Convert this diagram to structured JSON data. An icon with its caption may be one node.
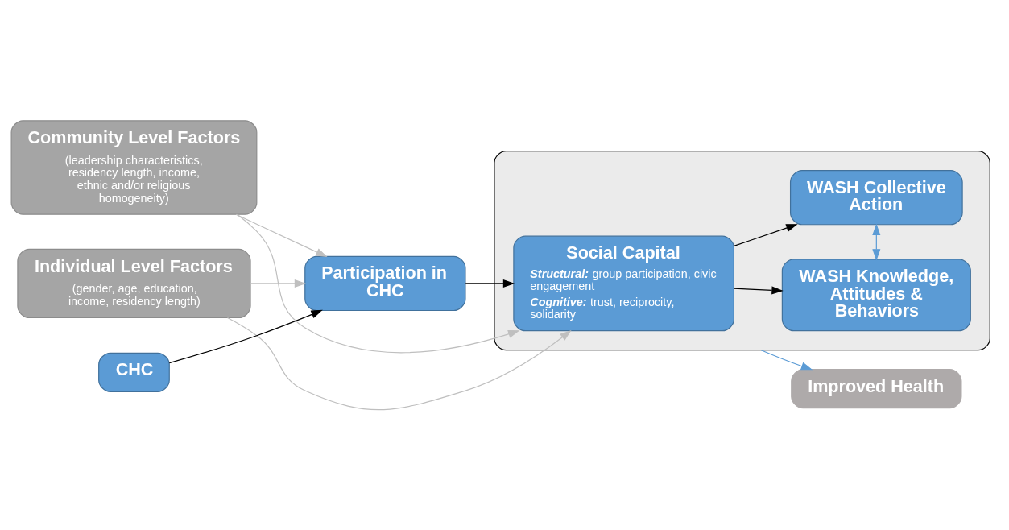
{
  "diagram": {
    "nodes": [
      {
        "text": [
          "Community Level Factors",
          "(leadership characteristics, residency length, income, ethnic and/or religious homogeneity)"
        ]
      },
      {
        "text": [
          "Individual Level Factors",
          "(gender, age, education, income, residency length)"
        ]
      },
      {
        "text": [
          "CHC"
        ]
      },
      {
        "text": [
          "Participation in CHC"
        ]
      },
      {
        "text": [],
        "shape": "box"
      },
      {
        "text": [
          "Social Capital",
          "Structural: group participation, civic engagement",
          "Cognitive: trust, reciprocity, solidarity"
        ],
        "in": 4
      },
      {
        "text": [
          "WASH Knowledge, Attitudes & Behaviors"
        ],
        "in": 4
      },
      {
        "text": [
          "WASH Collective Action"
        ],
        "in": 4
      },
      {
        "text": [
          "Improved Health"
        ]
      }
    ],
    "edges": [
      {
        "from": 0,
        "to": 5,
        "arrow": "to",
        "color": "#bfbfbf"
      },
      {
        "from": 0,
        "to": 3,
        "arrow": "to",
        "color": "#bfbfbf"
      },
      {
        "from": 1,
        "to": 3,
        "arrow": "to",
        "color": "#bfbfbf"
      },
      {
        "from": 1,
        "to": 5,
        "arrow": "to",
        "color": "#bfbfbf"
      },
      {
        "from": 2,
        "to": 3,
        "arrow": "to",
        "color": "#000000"
      },
      {
        "from": 3,
        "to": 5,
        "arrow": "to",
        "color": "#000000"
      },
      {
        "from": 5,
        "to": 6,
        "arrow": "to",
        "color": "#000000"
      },
      {
        "from": 5,
        "to": 7,
        "arrow": "to",
        "color": "#000000"
      },
      {
        "from": 6,
        "to": 7,
        "arrow": "both",
        "color": "#5b9bd5"
      },
      {
        "from": 4,
        "to": 8,
        "arrow": "to",
        "color": "#5b9bd5"
      }
    ]
  }
}
